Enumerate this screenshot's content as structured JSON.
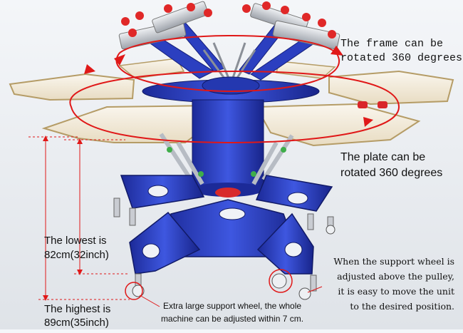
{
  "annotations": {
    "frame_rotation": [
      "The frame can be",
      "rotated 360 degrees"
    ],
    "plate_rotation": [
      "The plate can be",
      "rotated 360 degrees"
    ],
    "lowest_height": [
      "The lowest is",
      "82cm(32inch)"
    ],
    "highest_height": [
      "The highest is",
      "89cm(35inch)"
    ],
    "support_wheel_note": [
      "Extra large support wheel, the whole",
      "machine can be adjusted within 7 cm."
    ],
    "moving_note": [
      "When the support wheel is",
      "adjusted above the pulley,",
      "it is easy to move the unit",
      "to the desired position."
    ]
  },
  "colors": {
    "machine_blue": "#2b3fc0",
    "plate_cream": "#f3ead8",
    "arrow_red": "#e01818",
    "arm_silver": "#c9ccd2"
  }
}
